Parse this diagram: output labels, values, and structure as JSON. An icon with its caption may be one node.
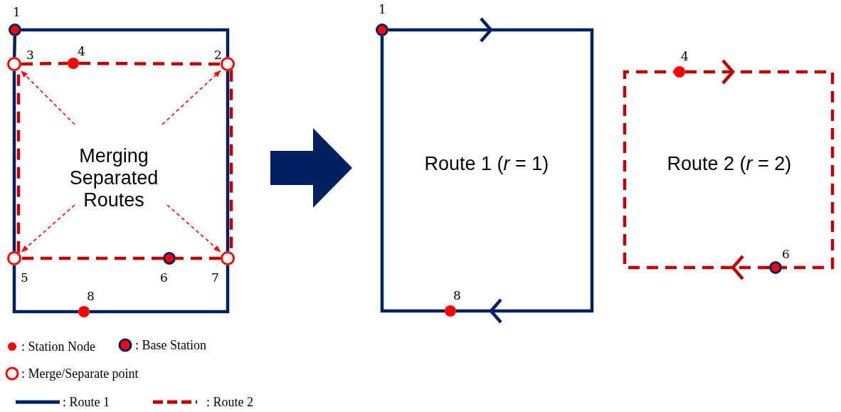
{
  "diagram": {
    "nodes": [
      {
        "text": [
          "Merging Separated Routes"
        ]
      },
      {
        "text": [
          "1"
        ]
      },
      {
        "text": [
          "3"
        ]
      },
      {
        "text": [
          "4"
        ]
      },
      {
        "text": [
          "2"
        ]
      },
      {
        "text": [
          "5"
        ]
      },
      {
        "text": [
          "6"
        ]
      },
      {
        "text": [
          "7"
        ]
      },
      {
        "text": [
          "8"
        ]
      },
      {
        "text": [
          "1"
        ]
      },
      {
        "text": [
          "8"
        ]
      },
      {
        "text": [
          "4"
        ]
      },
      {
        "text": [
          "6"
        ]
      }
    ],
    "edges": [
      {
        "from": 0,
        "to": 2,
        "arrow": "to",
        "style": "dashed",
        "color": "#ff0000"
      },
      {
        "from": 0,
        "to": 4,
        "arrow": "to",
        "style": "dashed",
        "color": "#ff0000"
      },
      {
        "from": 0,
        "to": 5,
        "arrow": "to",
        "style": "dashed",
        "color": "#ff0000"
      },
      {
        "from": 0,
        "to": 7,
        "arrow": "to",
        "style": "dashed",
        "color": "#ff0000"
      },
      {
        "from": 1,
        "to": 4,
        "arrow": "none"
      },
      {
        "from": 4,
        "to": 7,
        "arrow": "none"
      },
      {
        "from": 7,
        "to": 8,
        "arrow": "none"
      },
      {
        "from": 8,
        "to": 5,
        "arrow": "none"
      },
      {
        "from": 5,
        "to": 2,
        "arrow": "none"
      },
      {
        "from": 2,
        "to": 1,
        "arrow": "none"
      },
      {
        "from": 2,
        "to": 3,
        "arrow": "none",
        "style": "dashed",
        "color": "#c00000"
      },
      {
        "from": 3,
        "to": 4,
        "arrow": "none",
        "style": "dashed",
        "color": "#c00000"
      },
      {
        "from": 4,
        "to": 7,
        "arrow": "none",
        "style": "dashed",
        "color": "#c00000"
      },
      {
        "from": 7,
        "to": 6,
        "arrow": "none",
        "style": "dashed",
        "color": "#c00000"
      },
      {
        "from": 6,
        "to": 5,
        "arrow": "none",
        "style": "dashed",
        "color": "#c00000"
      },
      {
        "from": 5,
        "to": 2,
        "arrow": "none",
        "style": "dashed",
        "color": "#c00000"
      },
      {
        "from": 9,
        "to": 10,
        "arrow": "to"
      },
      {
        "from": 10,
        "to": 9,
        "arrow": "none"
      },
      {
        "from": 11,
        "to": 12,
        "arrow": "to",
        "style": "dashed",
        "color": "#c00000"
      },
      {
        "from": 12,
        "to": 11,
        "arrow": "to",
        "style": "dashed",
        "color": "#c00000"
      }
    ],
    "labels": [
      "Route 1 (*r* = 1)",
      "Route 2 (*r* = 2)"
    ],
    "legend": [
      {
        "text": ": Station Node"
      },
      {
        "text": ": Base Station"
      },
      {
        "text": ": Merge/Separate point"
      },
      {
        "text": ": Route 1"
      },
      {
        "text": ": Route 2"
      }
    ]
  }
}
